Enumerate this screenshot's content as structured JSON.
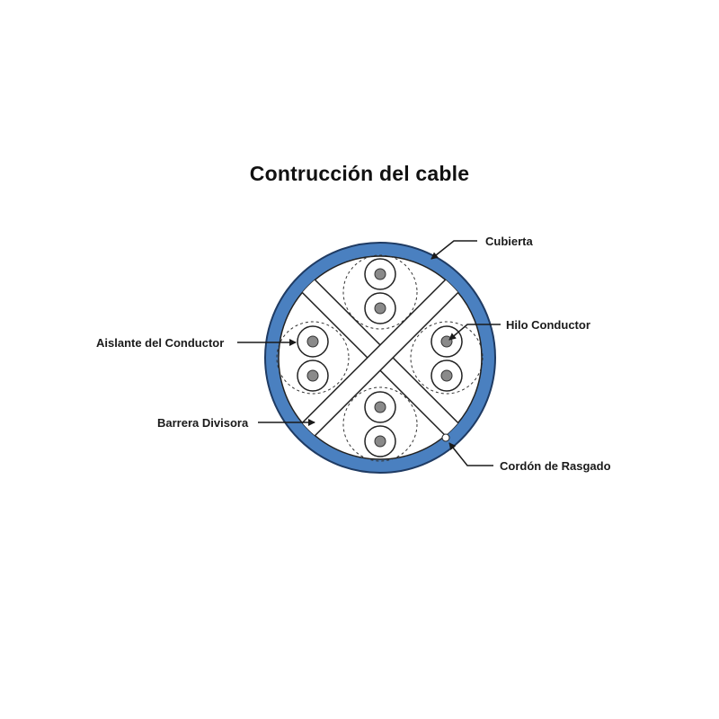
{
  "title": "Contrucción del cable",
  "labels": {
    "jacket": "Cubierta",
    "conductor_wire": "Hilo Conductor",
    "conductor_insulation": "Aislante del Conductor",
    "separator": "Barrera Divisora",
    "rip_cord": "Cordón de Rasgado"
  },
  "colors": {
    "jacket": "#4a80c0",
    "jacket_edge": "#1f3b63",
    "conductor": "#8a8a8a",
    "outline": "#222222",
    "text": "#1a1a1a"
  }
}
